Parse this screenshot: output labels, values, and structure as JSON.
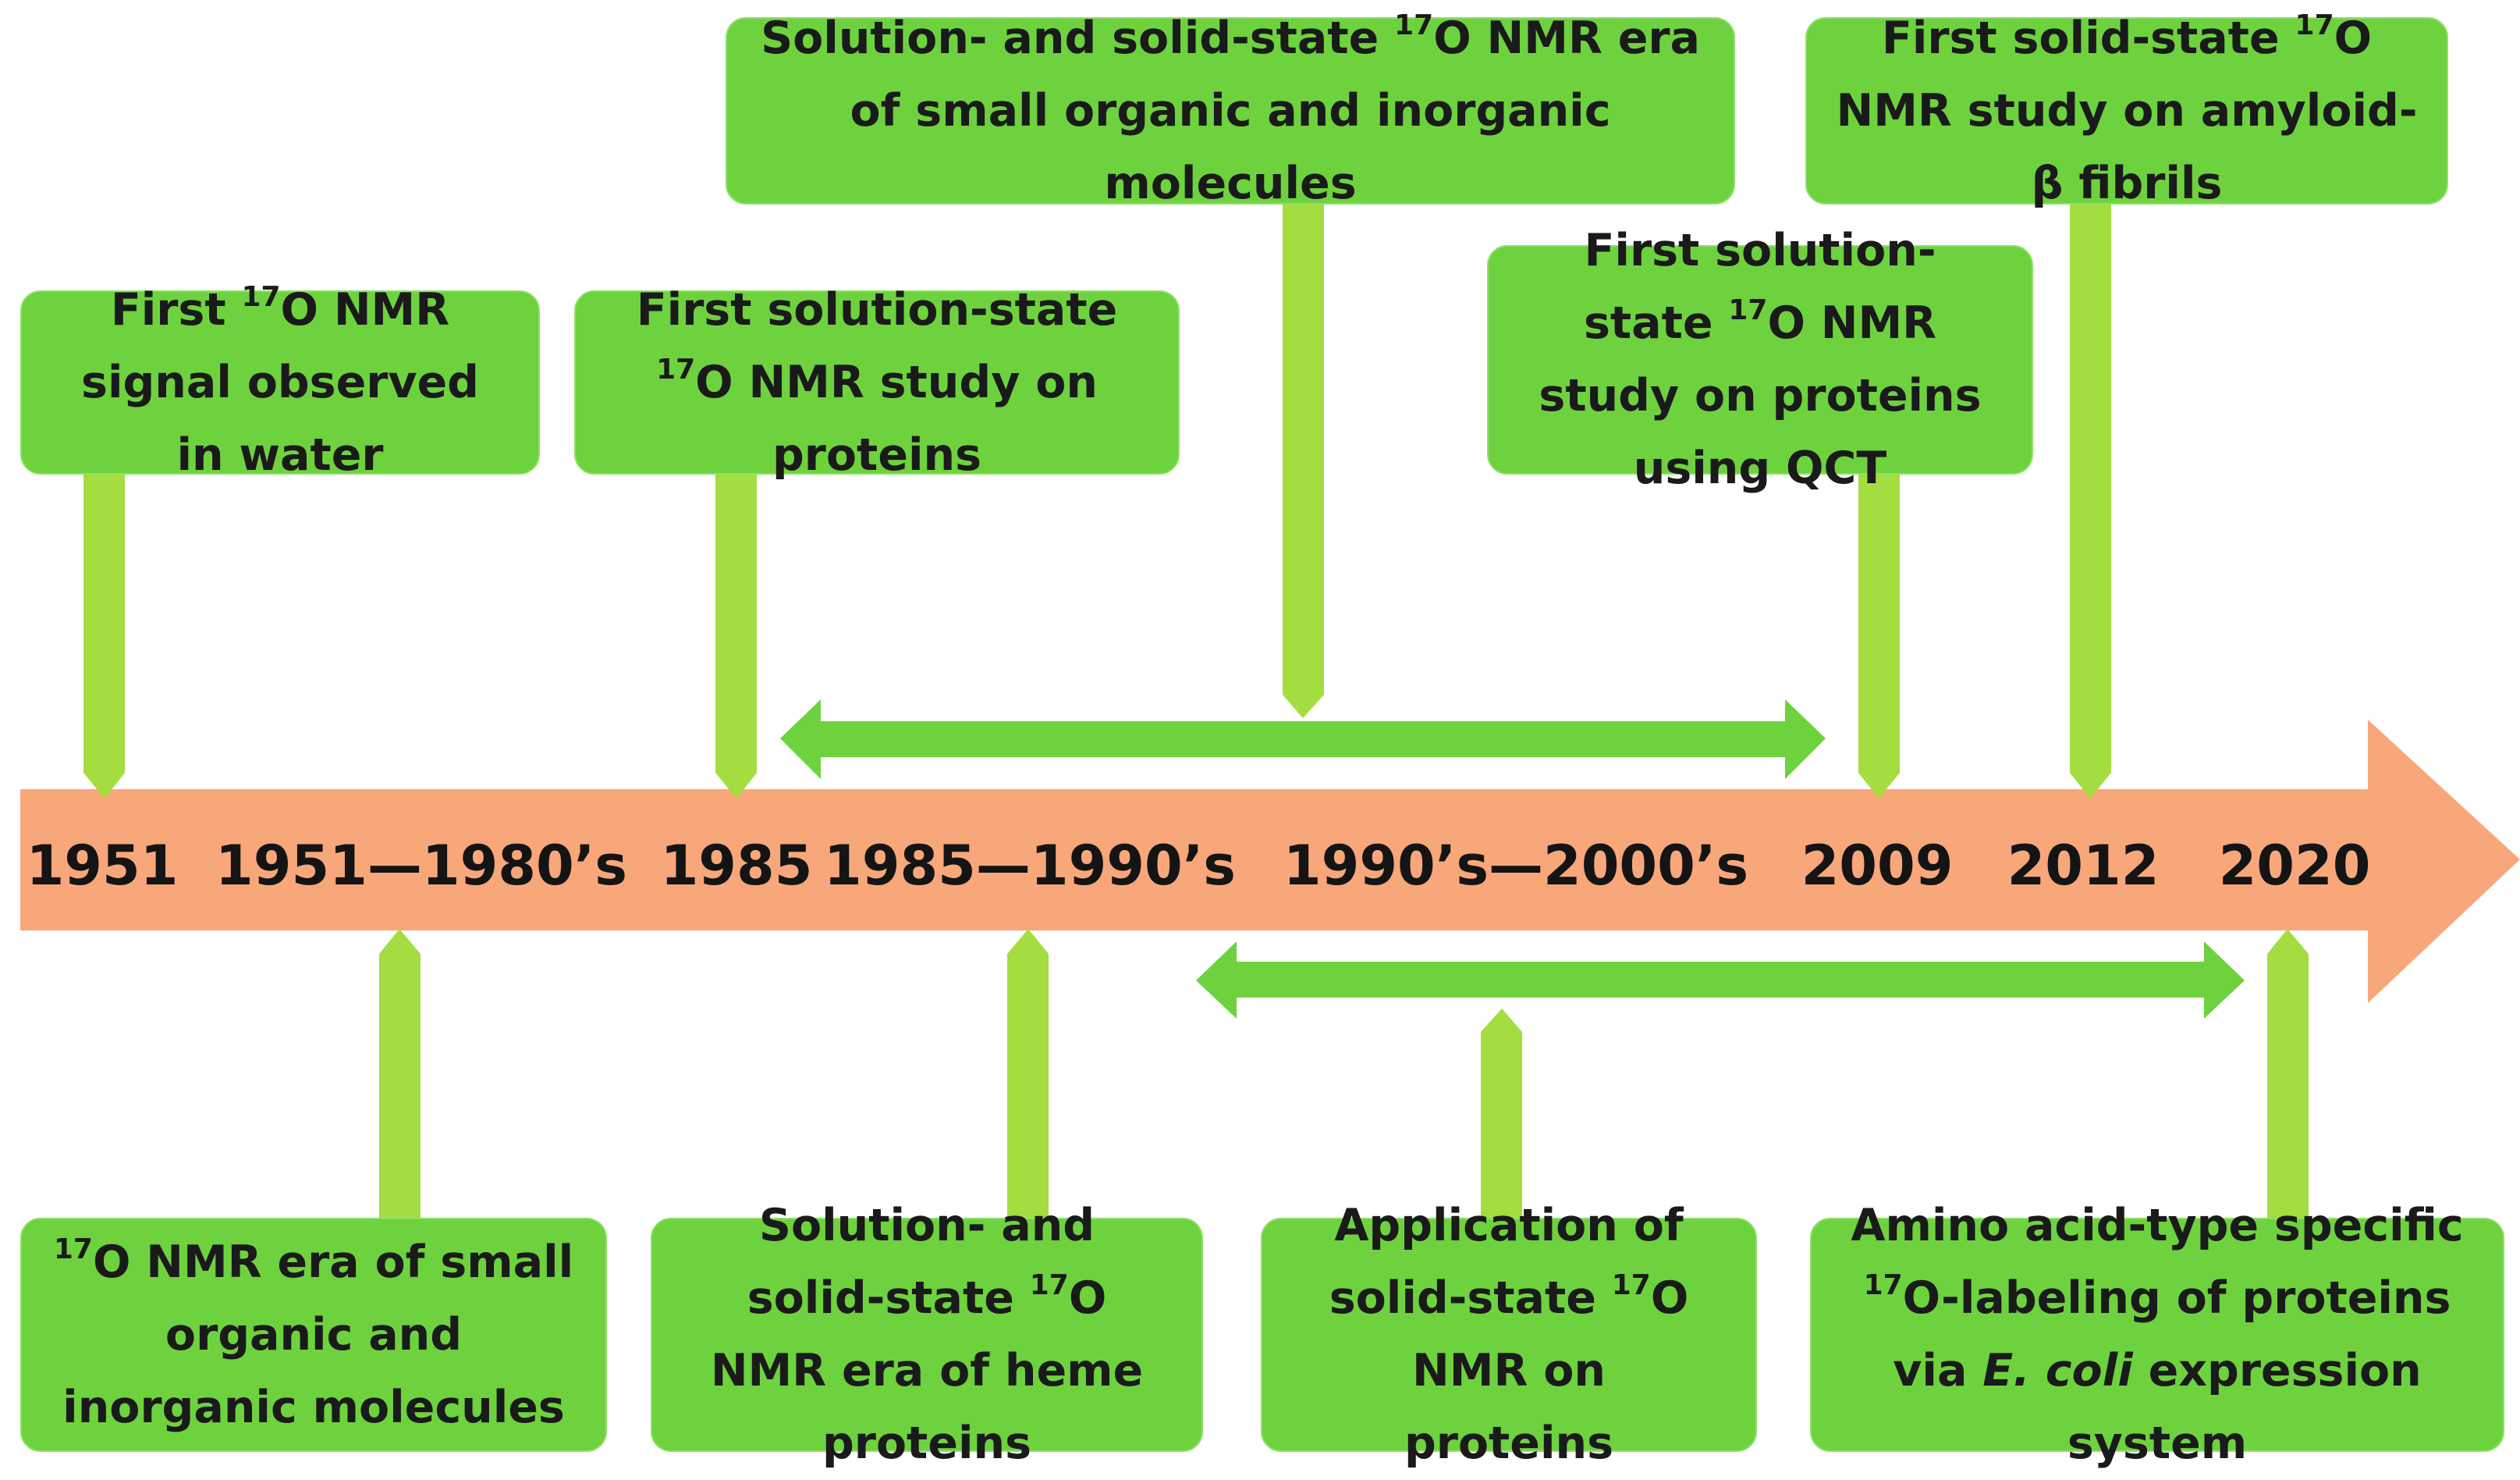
{
  "timeline": {
    "labels": [
      {
        "id": "y1951",
        "text": "1951"
      },
      {
        "id": "y1951_80",
        "text": "1951—1980’s"
      },
      {
        "id": "y1985",
        "text": "1985"
      },
      {
        "id": "y1985_90",
        "text": "1985—1990’s"
      },
      {
        "id": "y1990_2000",
        "text": "1990’s—2000’s"
      },
      {
        "id": "y2009",
        "text": "2009"
      },
      {
        "id": "y2012",
        "text": "2012"
      },
      {
        "id": "y2020",
        "text": "2020"
      }
    ]
  },
  "events": {
    "e1951": {
      "pre": "First ",
      "sup": "17",
      "post": "O NMR signal observed in water"
    },
    "e1985": {
      "pre": "First solution-state ",
      "sup": "17",
      "post": "O NMR study on proteins"
    },
    "e_sol_small": {
      "pre": "Solution- and solid-state ",
      "sup": "17",
      "post": "O NMR era of small organic and inorganic molecules"
    },
    "e2009": {
      "pre": "First solution-state ",
      "sup": "17",
      "post": "O NMR study on proteins using QCT"
    },
    "e2012": {
      "pre": "First solid-state ",
      "sup": "17",
      "post": "O NMR study on amyloid-β fibrils"
    },
    "e_era_small": {
      "pre": "",
      "sup": "17",
      "post": "O NMR era of small organic and inorganic molecules"
    },
    "e_heme": {
      "pre": "Solution- and solid-state ",
      "sup": "17",
      "post": "O NMR era of heme proteins"
    },
    "e_solid_app": {
      "pre": "Application of solid-state ",
      "sup": "17",
      "post": "O NMR on proteins"
    },
    "e2020": {
      "pre": "Amino acid-type specific ",
      "sup": "17",
      "post": "O-labeling of proteins via",
      "italic": "E. coli",
      "post2": " expression system"
    }
  },
  "colors": {
    "timeline_arrow": "#f8a77a",
    "box_fill": "#6ed23f",
    "connector": "#a4dd3f",
    "range_arrow": "#6ed23f",
    "text": "#1a1a1a"
  }
}
